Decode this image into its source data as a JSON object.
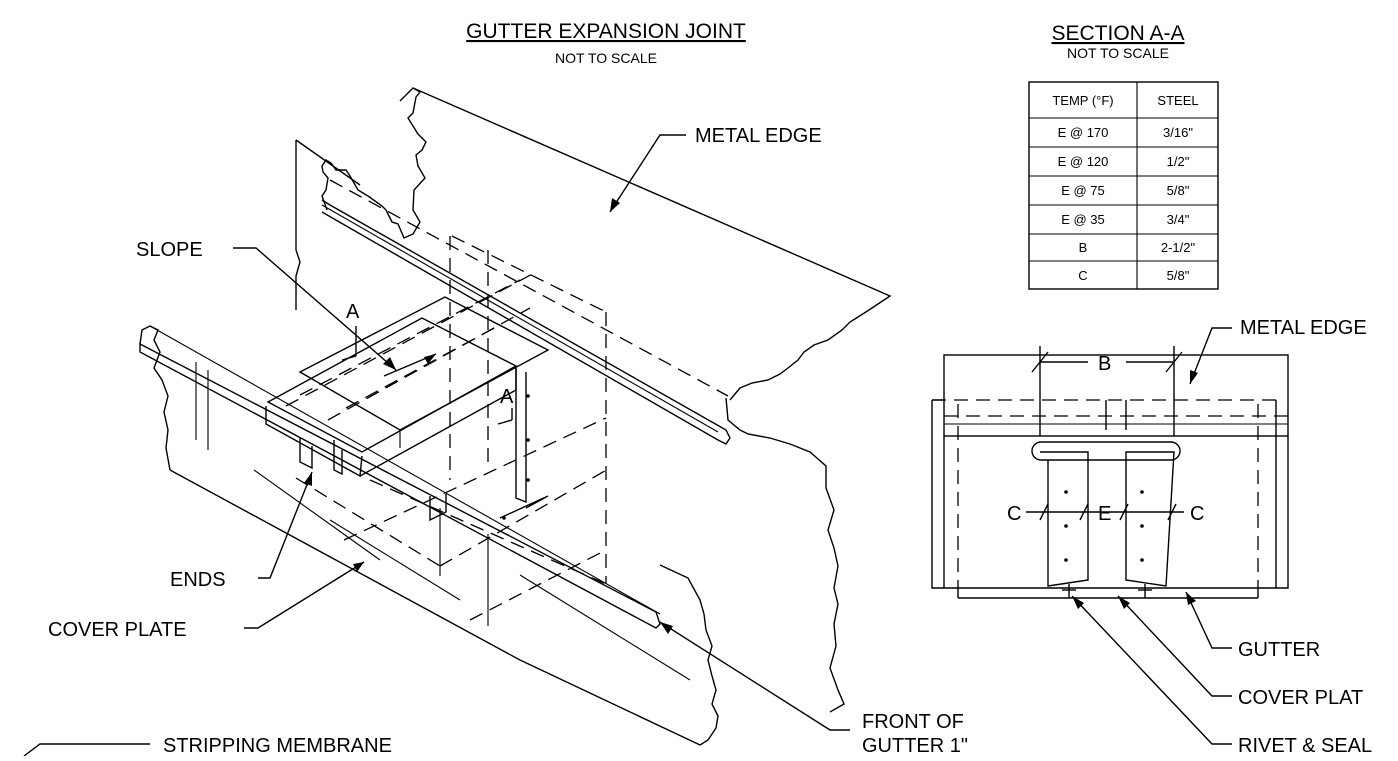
{
  "titles": {
    "main_title": "GUTTER EXPANSION JOINT",
    "main_subtitle": "NOT TO SCALE",
    "section_title": "SECTION A-A",
    "section_subtitle": "NOT TO SCALE"
  },
  "table": {
    "headers": [
      "TEMP (°F)",
      "STEEL"
    ],
    "rows": [
      [
        "E @ 170",
        "3/16\""
      ],
      [
        "E @ 120",
        "1/2\""
      ],
      [
        "E @ 75",
        "5/8\""
      ],
      [
        "E @ 35",
        "3/4\""
      ],
      [
        "B",
        "2-1/2\""
      ],
      [
        "C",
        "5/8\""
      ]
    ]
  },
  "iso_labels": {
    "metal_edge": "METAL EDGE",
    "slope": "SLOPE",
    "section_cut_1": "A",
    "section_cut_2": "A",
    "ends": "ENDS",
    "cover_plate": "COVER PLATE",
    "stripping_membrane": "STRIPPING MEMBRANE",
    "front_of_gutter_line1": "FRONT OF",
    "front_of_gutter_line2": "GUTTER 1\""
  },
  "section_labels": {
    "dim_b": "B",
    "metal_edge": "METAL EDGE",
    "dim_c_left": "C",
    "dim_e": "E",
    "dim_c_right": "C",
    "gutter": "GUTTER",
    "cover_plate": "COVER PLAT",
    "rivet_seal": "RIVET & SEAL"
  }
}
